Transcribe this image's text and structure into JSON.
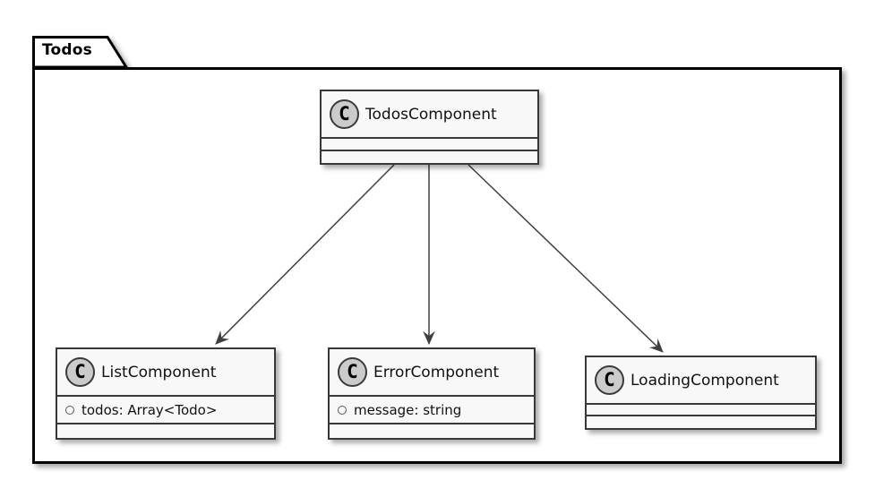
{
  "package": {
    "name": "Todos"
  },
  "classes": {
    "todos": {
      "stereotype": "C",
      "name": "TodosComponent",
      "attributes": []
    },
    "list": {
      "stereotype": "C",
      "name": "ListComponent",
      "attributes": [
        "todos: Array<Todo>"
      ]
    },
    "error": {
      "stereotype": "C",
      "name": "ErrorComponent",
      "attributes": [
        "message: string"
      ]
    },
    "loading": {
      "stereotype": "C",
      "name": "LoadingComponent",
      "attributes": []
    }
  },
  "relations": [
    {
      "from": "TodosComponent",
      "to": "ListComponent",
      "type": "arrow"
    },
    {
      "from": "TodosComponent",
      "to": "ErrorComponent",
      "type": "arrow"
    },
    {
      "from": "TodosComponent",
      "to": "LoadingComponent",
      "type": "arrow"
    }
  ],
  "colors": {
    "box_fill": "#F8F8F8",
    "box_border": "#383838",
    "circle_fill": "#CBCBCB",
    "arrow": "#3F3F3F",
    "frame": "#000000"
  }
}
